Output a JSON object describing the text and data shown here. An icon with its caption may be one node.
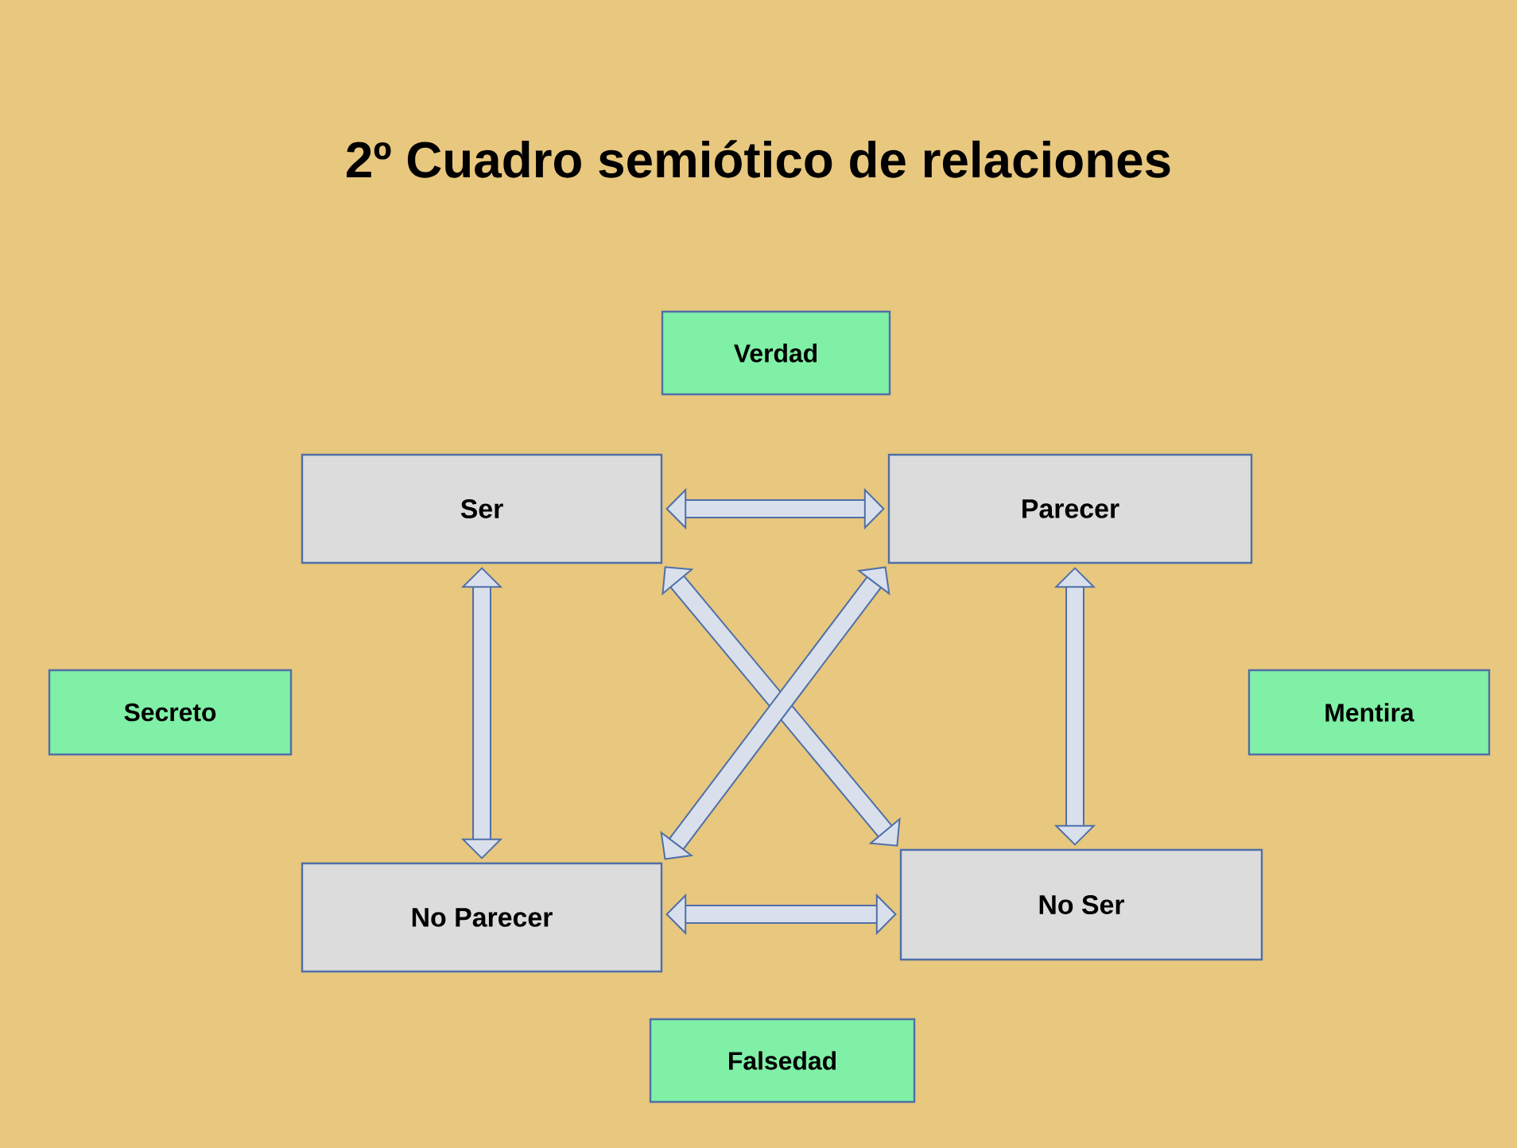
{
  "diagram": {
    "title": "2º Cuadro semiótico de relaciones",
    "nodes": [
      {
        "text": [
          "Verdad"
        ]
      },
      {
        "text": [
          "Ser"
        ]
      },
      {
        "text": [
          "Parecer"
        ]
      },
      {
        "text": [
          "Secreto"
        ]
      },
      {
        "text": [
          "Mentira"
        ]
      },
      {
        "text": [
          "No Parecer"
        ]
      },
      {
        "text": [
          "No Ser"
        ]
      },
      {
        "text": [
          "Falsedad"
        ]
      }
    ],
    "edges": [
      {
        "from": 1,
        "to": 2,
        "arrow": "both"
      },
      {
        "from": 1,
        "to": 5,
        "arrow": "both"
      },
      {
        "from": 2,
        "to": 6,
        "arrow": "both"
      },
      {
        "from": 1,
        "to": 6,
        "arrow": "both"
      },
      {
        "from": 2,
        "to": 5,
        "arrow": "both"
      },
      {
        "from": 5,
        "to": 6,
        "arrow": "both"
      }
    ]
  }
}
